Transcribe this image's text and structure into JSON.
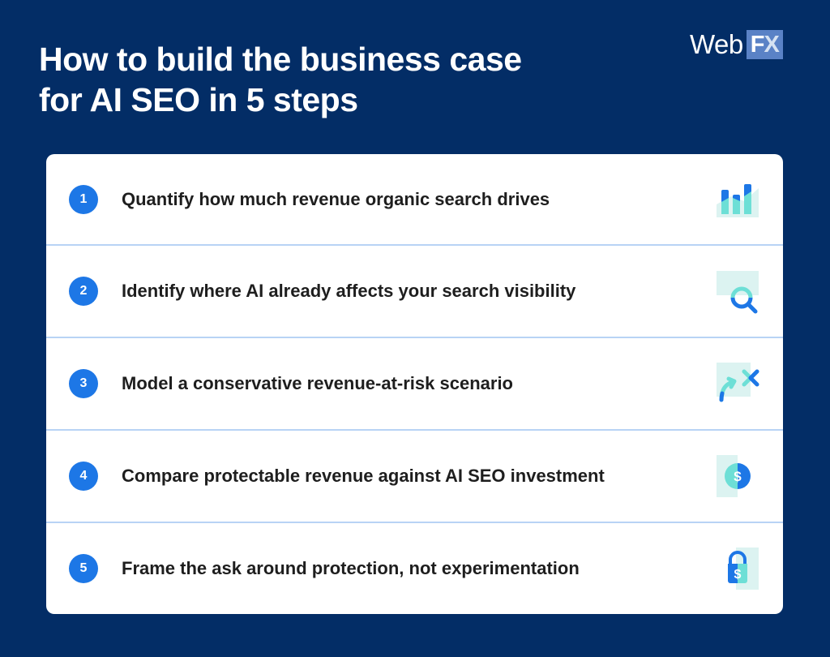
{
  "header": {
    "title_line1": "How to build the business case",
    "title_line2": "for AI SEO in 5 steps"
  },
  "logo": {
    "web": "Web",
    "f": "F",
    "x": "X"
  },
  "steps": [
    {
      "number": "1",
      "label": "Quantify how much revenue organic search drives",
      "icon": "bar-chart-icon"
    },
    {
      "number": "2",
      "label": "Identify where AI already affects your search visibility",
      "icon": "magnifier-icon"
    },
    {
      "number": "3",
      "label": "Model a conservative revenue-at-risk scenario",
      "icon": "arrow-x-icon"
    },
    {
      "number": "4",
      "label": "Compare protectable revenue against AI SEO investment",
      "icon": "dollar-coin-icon"
    },
    {
      "number": "5",
      "label": "Frame the ask around protection, not experimentation",
      "icon": "dollar-lock-icon"
    }
  ],
  "colors": {
    "background": "#032d66",
    "accent_blue": "#1d77e6",
    "accent_teal": "#6ddfd6",
    "teal_light": "#dcf3f1",
    "divider": "#b8d3f5"
  }
}
